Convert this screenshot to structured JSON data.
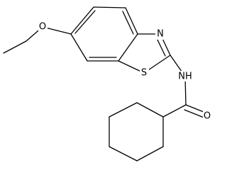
{
  "molecule": {
    "atoms": {
      "O_ether": "O",
      "N_thiazole": "N",
      "S_thiazole": "S",
      "NH_amide": "NH",
      "O_carbonyl": "O"
    }
  },
  "colors": {
    "bond": "#000000",
    "background": "#ffffff",
    "label": "#000000"
  }
}
